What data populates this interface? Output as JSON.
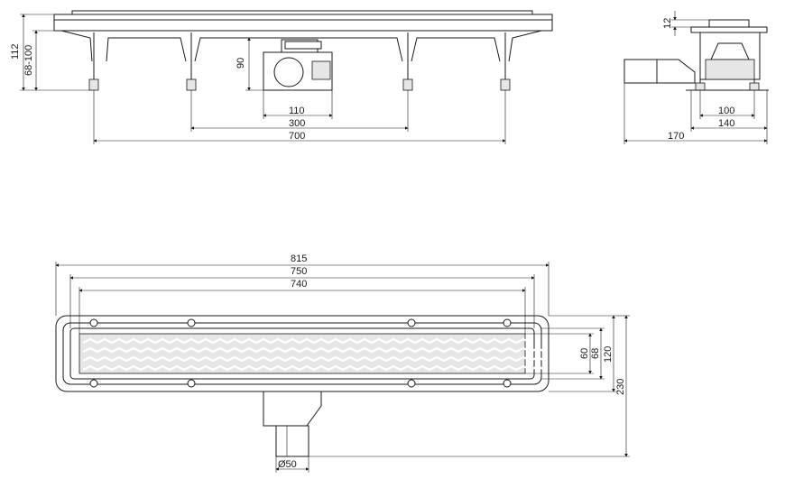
{
  "top_view": {
    "dims": {
      "d112": "112",
      "d68_100": "68-100",
      "d90": "90",
      "d110": "110",
      "d300": "300",
      "d700": "700"
    }
  },
  "side_view": {
    "dims": {
      "d12": "12",
      "d100": "100",
      "d140": "140",
      "d170": "170"
    }
  },
  "plan_view": {
    "dims": {
      "d815": "815",
      "d750": "750",
      "d740": "740",
      "d60": "60",
      "d68": "68",
      "d120": "120",
      "d230": "230",
      "d50": "Ø50"
    }
  },
  "colors": {
    "line": "#1a1a1a",
    "background": "#ffffff",
    "fill": "#e6e6e6"
  }
}
